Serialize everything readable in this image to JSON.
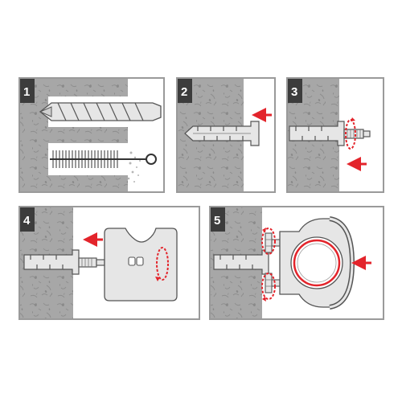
{
  "steps": [
    {
      "number": "1",
      "action": "drill-and-clean-hole"
    },
    {
      "number": "2",
      "action": "insert-anchor"
    },
    {
      "number": "3",
      "action": "screw-in-stud"
    },
    {
      "number": "4",
      "action": "attach-pipe-clamp"
    },
    {
      "number": "5",
      "action": "tighten-nuts-on-pipe"
    }
  ],
  "colors": {
    "wall": "#a7a7a7",
    "wall_speckle": "#8c8c8c",
    "frame": "#9a9a9a",
    "badge": "#3c3c3c",
    "part_fill": "#e6e6e6",
    "part_stroke": "#555555",
    "arrow": "#e3242b",
    "dust": "#bfbfbf"
  },
  "icons": [
    "drill-bit-icon",
    "cleaning-brush-icon",
    "wall-plug-icon",
    "threaded-stud-icon",
    "pipe-clamp-icon",
    "nut-icon",
    "pipe-icon",
    "push-arrow-icon",
    "rotate-arrow-icon"
  ]
}
